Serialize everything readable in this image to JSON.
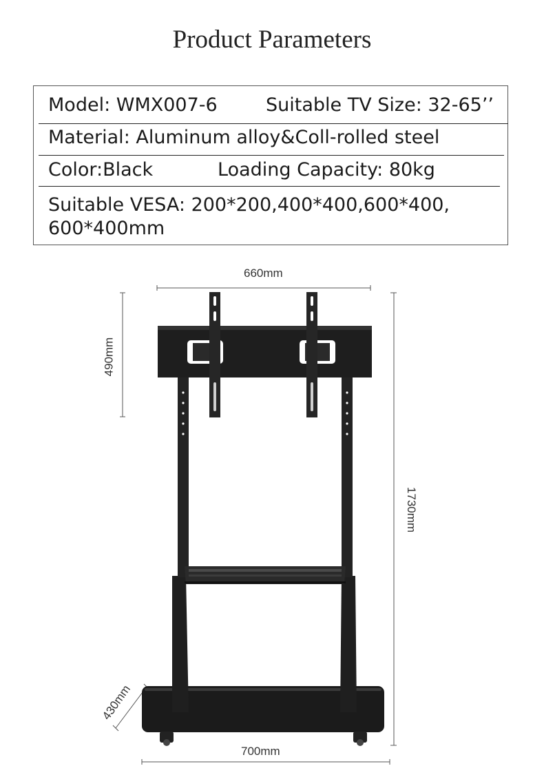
{
  "title": "Product Parameters",
  "specs": {
    "model": "Model:  WMX007-6",
    "tv_size": "Suitable TV Size: 32-65’’",
    "material": "Material: Aluminum alloy&Coll-rolled steel",
    "color": "Color:Black",
    "capacity": "Loading Capacity: 80kg",
    "vesa_line1": "Suitable VESA: 200*200,400*400,600*400,",
    "vesa_line2": "600*400mm"
  },
  "dimensions": {
    "width_top": "660mm",
    "mount_height": "490mm",
    "total_height": "1730mm",
    "base_depth": "430mm",
    "base_width": "700mm"
  }
}
